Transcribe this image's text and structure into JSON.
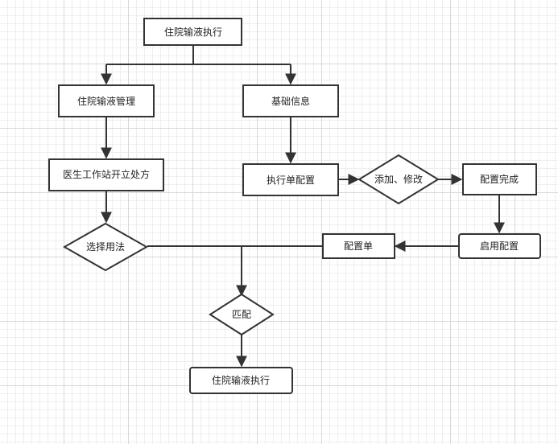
{
  "nodes": {
    "top_title": "住院输液执行",
    "infusion_mgmt": "住院输液管理",
    "basic_info": "基础信息",
    "prescribe": "医生工作站开立处方",
    "exec_config": "执行单配置",
    "add_edit": "添加、修改",
    "config_done": "配置完成",
    "select_usage": "选择用法",
    "config_sheet": "配置单",
    "enable_config": "启用配置",
    "match": "匹配",
    "bottom_exec": "住院输液执行"
  },
  "colors": {
    "stroke": "#333333",
    "fill": "#ffffff",
    "grid_major": "#d8d8d8",
    "grid_minor": "#eeeeee"
  }
}
